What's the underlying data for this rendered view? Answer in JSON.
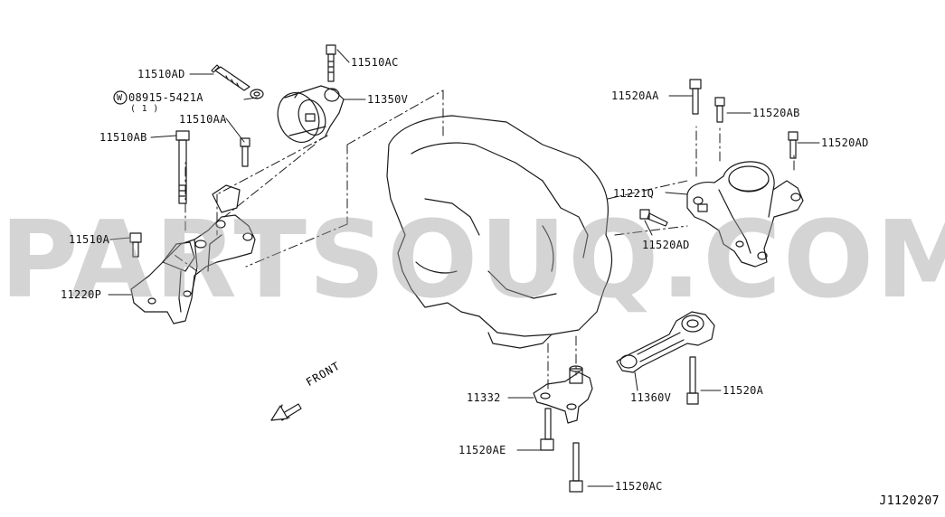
{
  "parts": {
    "p11510AD": "11510AD",
    "p08915": "08915-5421A",
    "p08915_qty": "( 1 )",
    "p08915_mark": "W",
    "p11510AC": "11510AC",
    "p11350V": "11350V",
    "p11510AA": "11510AA",
    "p11510AB": "11510AB",
    "p11510A": "11510A",
    "p11220P": "11220P",
    "p11520AA": "11520AA",
    "p11520AB": "11520AB",
    "p11520AD_top": "11520AD",
    "p11221Q": "11221Q",
    "p11520AD_bot": "11520AD",
    "p11332": "11332",
    "p11360V": "11360V",
    "p11520A": "11520A",
    "p11520AE": "11520AE",
    "p11520AC": "11520AC"
  },
  "front_label": "FRONT",
  "diagram_ref": "J1120207",
  "watermark": "PARTSOUQ.COM",
  "colors": {
    "line": "#1a1a1a",
    "watermark": "#a0a0a0",
    "background": "#ffffff"
  }
}
